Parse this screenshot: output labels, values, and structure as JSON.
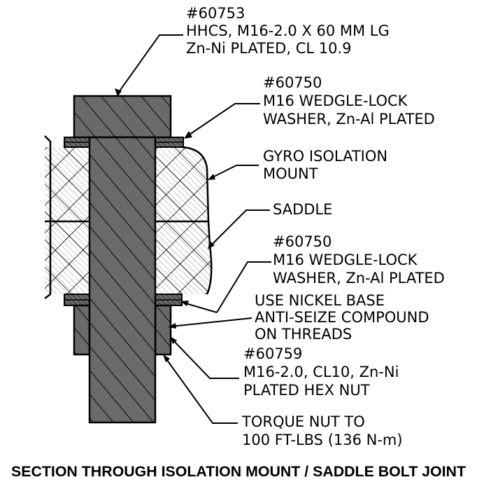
{
  "callouts": {
    "bolt": {
      "part_no": "#60753",
      "line1": "HHCS, M16-2.0 X 60 MM LG",
      "line2": "Zn-Ni PLATED, CL 10.9"
    },
    "upper_washer": {
      "part_no": "#60750",
      "line1": "M16 WEDGLE-LOCK",
      "line2": "WASHER, Zn-Al PLATED"
    },
    "gyro_mount": {
      "line1": "GYRO ISOLATION",
      "line2": "MOUNT"
    },
    "saddle": {
      "line1": "SADDLE"
    },
    "lower_washer": {
      "part_no": "#60750",
      "line1": "M16 WEDGLE-LOCK",
      "line2": "WASHER, Zn-Al PLATED"
    },
    "anti_seize": {
      "line1": "USE NICKEL BASE",
      "line2": "ANTI-SEIZE COMPOUND",
      "line3": "ON THREADS"
    },
    "nut": {
      "part_no": "#60759",
      "line1": "M16-2.0, CL10, Zn-Ni",
      "line2": "PLATED HEX NUT"
    },
    "torque": {
      "line1": "TORQUE NUT TO",
      "line2": "100 FT-LBS (136 N-m)"
    }
  },
  "caption": "SECTION THROUGH ISOLATION MOUNT / SADDLE BOLT JOINT"
}
